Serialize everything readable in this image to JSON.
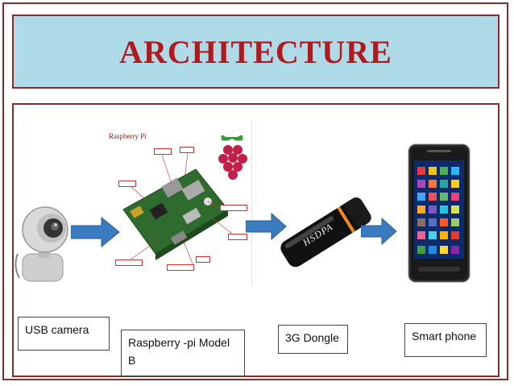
{
  "slide": {
    "title": "ARCHITECTURE"
  },
  "diagram": {
    "pi_image_caption": "Raspberry Pi",
    "dongle_text": "HSDPA",
    "labels": {
      "usb_camera": "USB camera",
      "raspberry_pi": "Raspberry -pi Model B",
      "dongle": "3G Dongle",
      "phone": "Smart phone"
    }
  },
  "colors": {
    "title_bg": "#aedbe7",
    "title_text": "#b0191e",
    "border": "#8b2a2a",
    "arrow": "#3b7bbf"
  }
}
